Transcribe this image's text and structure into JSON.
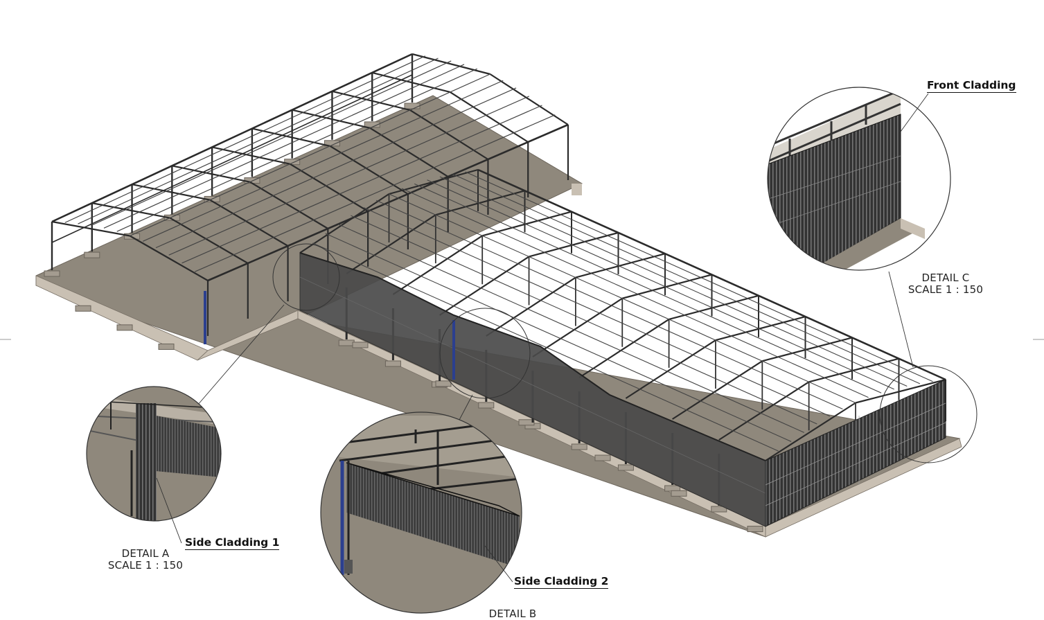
{
  "callouts": {
    "front": "Front Cladding",
    "side1": "Side Cladding 1",
    "side2": "Side Cladding 2"
  },
  "details": {
    "a": {
      "name": "DETAIL A",
      "scale": "SCALE 1 : 150"
    },
    "b": {
      "name": "DETAIL B"
    },
    "c": {
      "name": "DETAIL C",
      "scale": "SCALE 1 : 150"
    }
  },
  "colors": {
    "floor": "#8f887c",
    "slab_edge": "#c9c0b3",
    "steel": "#2b2b2b",
    "cladding": "#3e3e3e",
    "column_highlight": "#2b3f8f"
  }
}
